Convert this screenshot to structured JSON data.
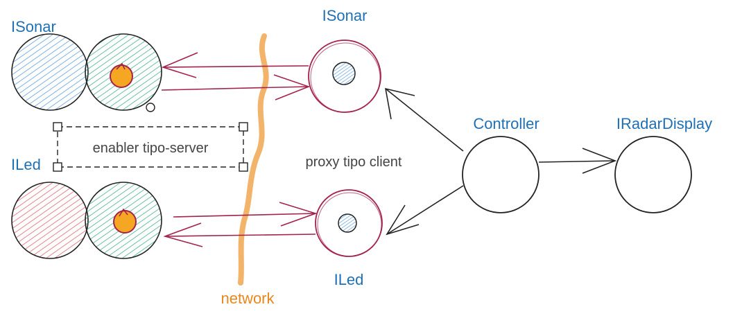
{
  "labels": {
    "isonar_left": "ISonar",
    "iled_left": "ILed",
    "isonar_proxy": "ISonar",
    "iled_proxy": "ILed",
    "controller": "Controller",
    "radar_display": "IRadarDisplay",
    "enabler": "enabler tipo-server",
    "proxy": "proxy tipo client",
    "network": "network"
  },
  "colors": {
    "label_blue": "#1f6fb5",
    "proxy_red": "#a3214a",
    "hatch_blue": "#4a90d9",
    "hatch_green": "#2aa876",
    "hatch_red": "#e0505a",
    "core_orange": "#f5a623",
    "network_orange": "#f2b46b",
    "outline": "#222222"
  }
}
